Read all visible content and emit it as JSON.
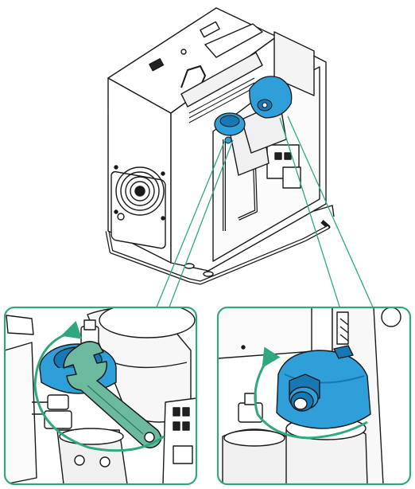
{
  "figure": {
    "type": "technical-service-illustration",
    "palette": {
      "line": "#1a1a1a",
      "paper": "#ffffff",
      "accent_blue": "#2e9fd9",
      "accent_blue_dark": "#1678b5",
      "callout_green": "#2fa882",
      "wrench_green": "#6db9a0"
    },
    "overview": {
      "name": "unit-overview"
    },
    "callouts": [
      {
        "name": "left-detail-inset",
        "action": "wrench-on-filter-nut",
        "arrow": "rotation-arrow-counterclockwise"
      },
      {
        "name": "right-detail-inset",
        "action": "hand-turn-filter-cap",
        "arrow": "rotation-arrow-counterclockwise"
      }
    ]
  }
}
